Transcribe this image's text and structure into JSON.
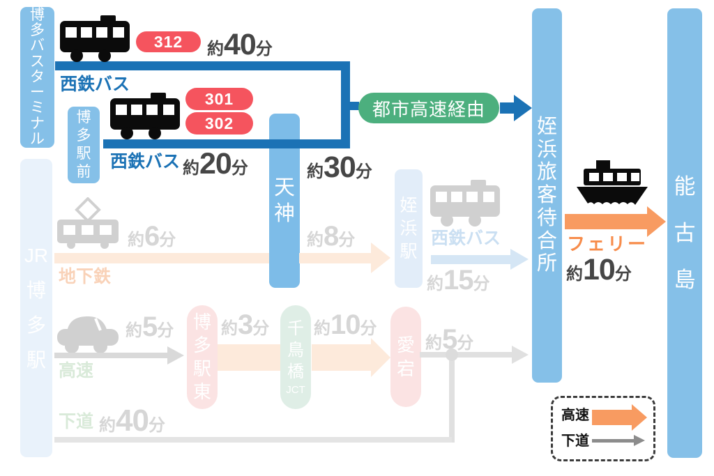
{
  "bars": {
    "hakata_bus_terminal": {
      "label": "博多バスターミナル",
      "chars": [
        "博",
        "多",
        "バ",
        "ス",
        "タ",
        "ー",
        "ミ",
        "ナ",
        "ル"
      ]
    },
    "hakata_ekimae": {
      "label": "博多駅前",
      "chars": [
        "博",
        "多",
        "駅",
        "前"
      ]
    },
    "tenjin": {
      "label": "天神",
      "chars": [
        "天",
        "神"
      ]
    },
    "jr_hakata": {
      "label": "JR博多駅",
      "chars": [
        "JR",
        "博",
        "多",
        "駅"
      ]
    },
    "meinohama_sta": {
      "label": "姪浜駅",
      "chars": [
        "姪",
        "浜",
        "駅"
      ]
    },
    "meinohama_terminal": {
      "label": "姪浜旅客待合所",
      "chars": [
        "姪",
        "浜",
        "旅",
        "客",
        "待",
        "合",
        "所"
      ]
    },
    "nokonoshima": {
      "label": "能古島",
      "chars": [
        "能",
        "古",
        "島"
      ]
    }
  },
  "pills": {
    "hakata_ekihigashi": {
      "label": "博多駅東",
      "chars": [
        "博",
        "多",
        "駅",
        "東"
      ]
    },
    "chidoribashi_jct": {
      "label": "千鳥橋JCT",
      "chars": [
        "千",
        "鳥",
        "橋",
        "JCT"
      ]
    },
    "atago": {
      "label": "愛宕",
      "chars": [
        "愛",
        "宕"
      ]
    }
  },
  "badges": {
    "route312": "312",
    "route301": "301",
    "route302": "302"
  },
  "labels": {
    "nishitetsu_bus_1": "西鉄バス",
    "nishitetsu_bus_2": "西鉄バス",
    "nishitetsu_bus_meinohama": "西鉄バス",
    "toshi_kosoku_keiyu": "都市高速経由",
    "chikatetsu": "地下鉄",
    "kosoku": "高速",
    "shitamichi": "下道",
    "ferry": "フェリー"
  },
  "times": {
    "bus312": {
      "prefix": "約",
      "value": "40",
      "suffix": "分"
    },
    "bus301_tenjin": {
      "prefix": "約",
      "value": "20",
      "suffix": "分"
    },
    "bus301_meinohama": {
      "prefix": "約",
      "value": "30",
      "suffix": "分"
    },
    "subway_tenjin": {
      "prefix": "約",
      "value": "6",
      "suffix": "分"
    },
    "subway_meinohama": {
      "prefix": "約",
      "value": "8",
      "suffix": "分"
    },
    "bus_meinohama": {
      "prefix": "約",
      "value": "15",
      "suffix": "分"
    },
    "ferry": {
      "prefix": "約",
      "value": "10",
      "suffix": "分"
    },
    "car_kosoku_1": {
      "prefix": "約",
      "value": "5",
      "suffix": "分"
    },
    "car_kosoku_2": {
      "prefix": "約",
      "value": "3",
      "suffix": "分"
    },
    "car_kosoku_3": {
      "prefix": "約",
      "value": "10",
      "suffix": "分"
    },
    "car_atago": {
      "prefix": "約",
      "value": "5",
      "suffix": "分"
    },
    "car_shitamichi": {
      "prefix": "約",
      "value": "40",
      "suffix": "分"
    }
  },
  "legend": {
    "kosoku": "高速",
    "shitamichi": "下道"
  },
  "icons": {
    "bus_black_1": "bus-icon",
    "bus_black_2": "bus-icon",
    "bus_gray": "bus-icon",
    "train_gray": "train-icon",
    "car_gray": "car-icon",
    "ferry_black": "ferry-icon"
  },
  "colors": {
    "route_blue": "#1b72b5",
    "bar_blue": "#85c0e8",
    "bar_blue_light": "#a9d3f0",
    "bar_blue_faint": "#e9f2fb",
    "badge_red": "#f5545e",
    "green_pill": "#4caf7e",
    "orange": "#f89b61",
    "orange_text": "#f78c4b",
    "peach": "#fdeadb",
    "peach_text": "#f9d2b8",
    "light_blue_arrow": "#d5e6f5",
    "gray_icon": "#d0d0d0",
    "gray_line": "#dcdcdc",
    "pink_pill": "#fbe3e3",
    "green_pill_faint": "#dfeee6",
    "green_text_faint": "#d9ead9",
    "time_dark": "#464646",
    "time_faded": "#d6d6d6"
  }
}
